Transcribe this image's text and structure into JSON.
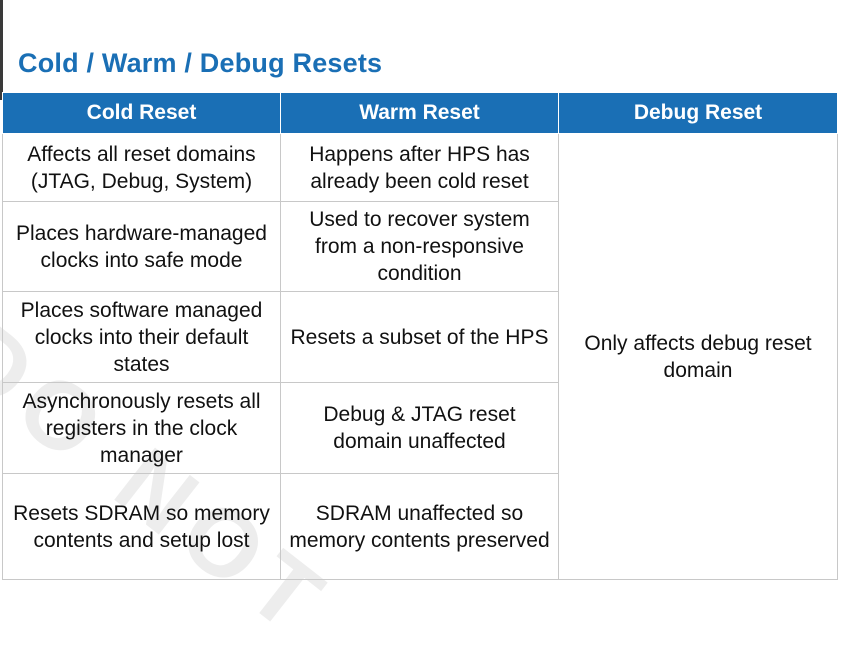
{
  "title": "Cold / Warm / Debug Resets",
  "watermark": "DO NOT",
  "headers": {
    "cold": "Cold Reset",
    "warm": "Warm Reset",
    "debug": "Debug Reset"
  },
  "rows": [
    {
      "cold": "Affects all reset domains (JTAG, Debug, System)",
      "warm": "Happens after HPS has already been cold reset"
    },
    {
      "cold": "Places hardware-managed clocks into safe mode",
      "warm": "Used to recover system from a non-responsive condition"
    },
    {
      "cold": "Places software managed clocks into their default states",
      "warm": "Resets a subset of the HPS"
    },
    {
      "cold": "Asynchronously resets all registers in the clock manager",
      "warm": "Debug & JTAG reset domain unaffected"
    },
    {
      "cold": "Resets SDRAM so memory contents and setup lost",
      "warm": "SDRAM unaffected so memory contents preserved"
    }
  ],
  "debug_cell": "Only affects debug reset domain",
  "colors": {
    "accent": "#1a6fb5",
    "header_text": "#ffffff",
    "grid": "#c8c8c8"
  }
}
